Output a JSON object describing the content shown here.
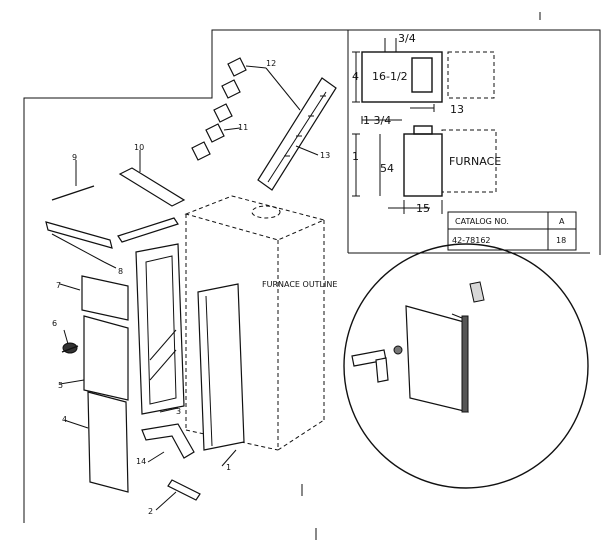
{
  "diagram": {
    "part_callouts": [
      "1",
      "2",
      "3",
      "4",
      "5",
      "6",
      "7",
      "8",
      "9",
      "10",
      "11",
      "12",
      "13",
      "14"
    ],
    "furnace_outline_label": "FURNACE OUTLINE",
    "inset": {
      "dim_top": "3/4",
      "dim_left": "4",
      "dim_inner": "16-1/2",
      "dim_right_small": "13",
      "dim_mid_left": "1 3/4",
      "dim_side": "1",
      "dim_height": "54",
      "dim_bottom": "15",
      "furnace_label": "FURNACE"
    },
    "catalog_table": {
      "header_catalog": "CATALOG NO.",
      "header_col2": "A",
      "catalog_no": "42-78162",
      "value": "18"
    }
  }
}
